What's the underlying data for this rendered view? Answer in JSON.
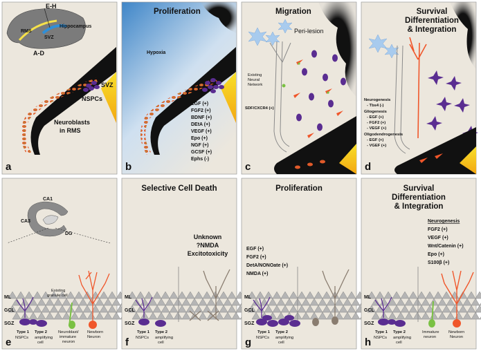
{
  "panels": {
    "a": {
      "letter": "a",
      "map_labels": [
        "E-H",
        "RMS",
        "SVZ",
        "Hippocampus",
        "A-D"
      ],
      "svz": "SVZ",
      "nspcs": "NSPCs",
      "neuroblasts": [
        "Neuroblasts",
        "in RMS"
      ]
    },
    "b": {
      "letter": "b",
      "title": "Proliferation",
      "hypoxia": "Hypoxia",
      "factors": [
        "EGF (+)",
        "FGF2 (+)",
        "BDNF (+)",
        "DEtA (+)",
        "VEGF (+)",
        "Epo (+)",
        "NGF (+)",
        "GCSF (+)",
        "Ephs (-)"
      ]
    },
    "c": {
      "letter": "c",
      "title": "Migration",
      "peri": "Peri-lesion",
      "network": [
        "Existing",
        "Neural",
        "Network"
      ],
      "sdf": "SDF/CXCR4 (+)"
    },
    "d": {
      "letter": "d",
      "title": [
        "Survival",
        "Differentiation",
        "& Integration"
      ],
      "factors": [
        "Neurogenesis",
        "- Tbs4 (-)",
        "Gliogenesis",
        "- EGF (+)",
        "- FGF2 (+)",
        "- VEGF (+)",
        "Oligodendrogenesis",
        "- EGF (+)",
        "- VGEF (+)"
      ]
    },
    "e": {
      "letter": "e",
      "hippo": [
        "CA1",
        "CA3",
        "DG"
      ],
      "layers": [
        "ML",
        "GCL",
        "SGZ"
      ],
      "cells": [
        "Type 1",
        "Type 2",
        "NSPCs",
        "amplifying",
        "cell",
        "Existing",
        "granule cell",
        "Neuroblast/",
        "immature",
        "neuron",
        "Newborn",
        "Neuron"
      ]
    },
    "f": {
      "letter": "f",
      "title": "Selective Cell Death",
      "text": [
        "Unknown",
        "?NMDA",
        "Excitotoxicity"
      ],
      "layers": [
        "ML",
        "GCL",
        "SGZ"
      ],
      "cells": [
        "Type 1",
        "Type 2",
        "NSPCs",
        "amplifying",
        "cell"
      ]
    },
    "g": {
      "letter": "g",
      "title": "Proliferation",
      "factors": [
        "EGF (+)",
        "FGF2 (+)",
        "DetA/NONOate (+)",
        "NMDA (+)"
      ],
      "layers": [
        "ML",
        "GCL",
        "SGZ"
      ],
      "cells": [
        "Type 1",
        "Type 2",
        "NSPCs",
        "amplifying",
        "cell"
      ]
    },
    "h": {
      "letter": "h",
      "title": [
        "Survival",
        "Differentiation",
        "& Integration"
      ],
      "factors": [
        "Neurogenesis",
        "FGF2 (+)",
        "VEGF (+)",
        "Wnt/Catenin (+)",
        "Epo (+)",
        "S100β (+)"
      ],
      "layers": [
        "ML",
        "GCL",
        "SGZ"
      ],
      "cells": [
        "Type 1",
        "Type 2",
        "NSPCs",
        "amplifying",
        "cell",
        "Immature",
        "neuron",
        "Newborn",
        "Neuron"
      ]
    }
  },
  "colors": {
    "panel_bg": "#ece7dd",
    "lesion": "#111111",
    "nspc": "#5a2d91",
    "yellow": "#f5d40e",
    "red_neuron": "#f0562a",
    "blue_glia": "#9cc3ea",
    "green": "#7ac143",
    "gray_cell": "#a9a9a9"
  }
}
